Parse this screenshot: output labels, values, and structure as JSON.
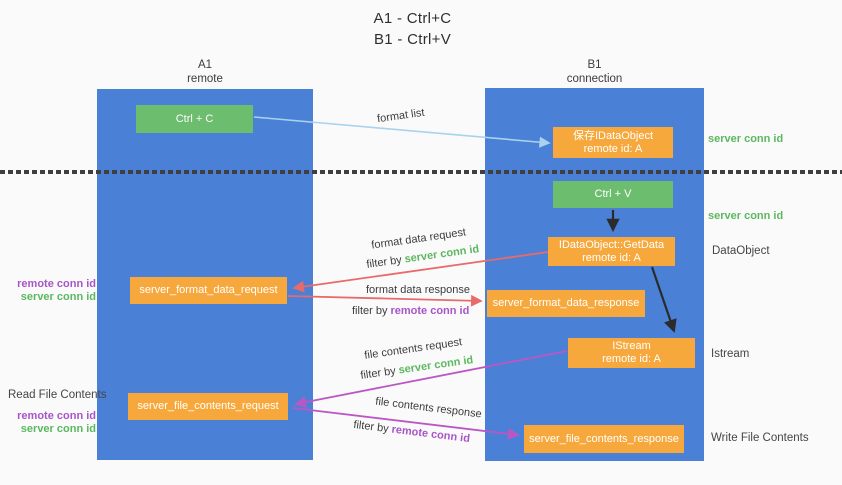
{
  "title": {
    "line1": "A1 - Ctrl+C",
    "line2": "B1 - Ctrl+V"
  },
  "lanes": {
    "a1": {
      "name": "A1",
      "role": "remote"
    },
    "b1": {
      "name": "B1",
      "role": "connection"
    }
  },
  "nodes": {
    "ctrl_c": "Ctrl + C",
    "ctrl_v": "Ctrl + V",
    "save_idataobject": {
      "line1": "保存IDataObject",
      "line2": "remote id: A"
    },
    "getdata": {
      "line1": "IDataObject::GetData",
      "line2": "remote id: A"
    },
    "istream": {
      "line1": "IStream",
      "line2": "remote id: A"
    },
    "format_request": "server_format_data_request",
    "format_response": "server_format_data_response",
    "file_request": "server_file_contents_request",
    "file_response": "server_file_contents_response"
  },
  "labels": {
    "format_list": "format list",
    "format_data_request": "format data request",
    "format_data_response": "format data response",
    "file_contents_request": "file contents request",
    "file_contents_response": "file contents response",
    "filter_by": "filter by",
    "server_conn_id": "server conn id",
    "remote_conn_id": "remote conn id",
    "dataobject": "DataObject",
    "istream": "Istream",
    "read_file_contents": "Read File Contents",
    "write_file_contents": "Write File Contents"
  },
  "colors": {
    "lane_blue": "#4a80d6",
    "box_green": "#6cbd6e",
    "box_orange": "#f7a83d",
    "arrow_light_blue": "#a9d2ef",
    "arrow_red": "#e96a6a",
    "arrow_magenta": "#bb57c5",
    "arrow_black": "#2b2b2b",
    "conn_id_green": "#5cb860",
    "conn_id_purple": "#a855c8",
    "background": "#fafafa"
  }
}
